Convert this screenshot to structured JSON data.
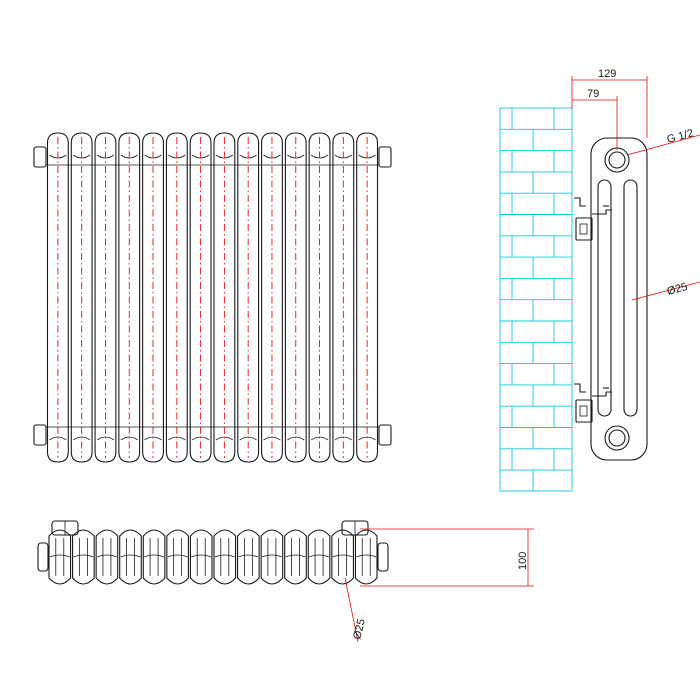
{
  "colors": {
    "outline": "#1a1a1a",
    "centerline": "#e01010",
    "dimension": "#e01010",
    "wall": "#15c8dc",
    "background": "#ffffff"
  },
  "front_view": {
    "column_count": 14
  },
  "side_view": {
    "dimensions": {
      "overall_depth": "129",
      "wall_to_center": "79",
      "connection": "G 1/2",
      "tube_diameter": "Ø25"
    }
  },
  "top_view": {
    "section_count": 14,
    "dimensions": {
      "depth": "100",
      "tube_diameter": "Ø25"
    }
  }
}
